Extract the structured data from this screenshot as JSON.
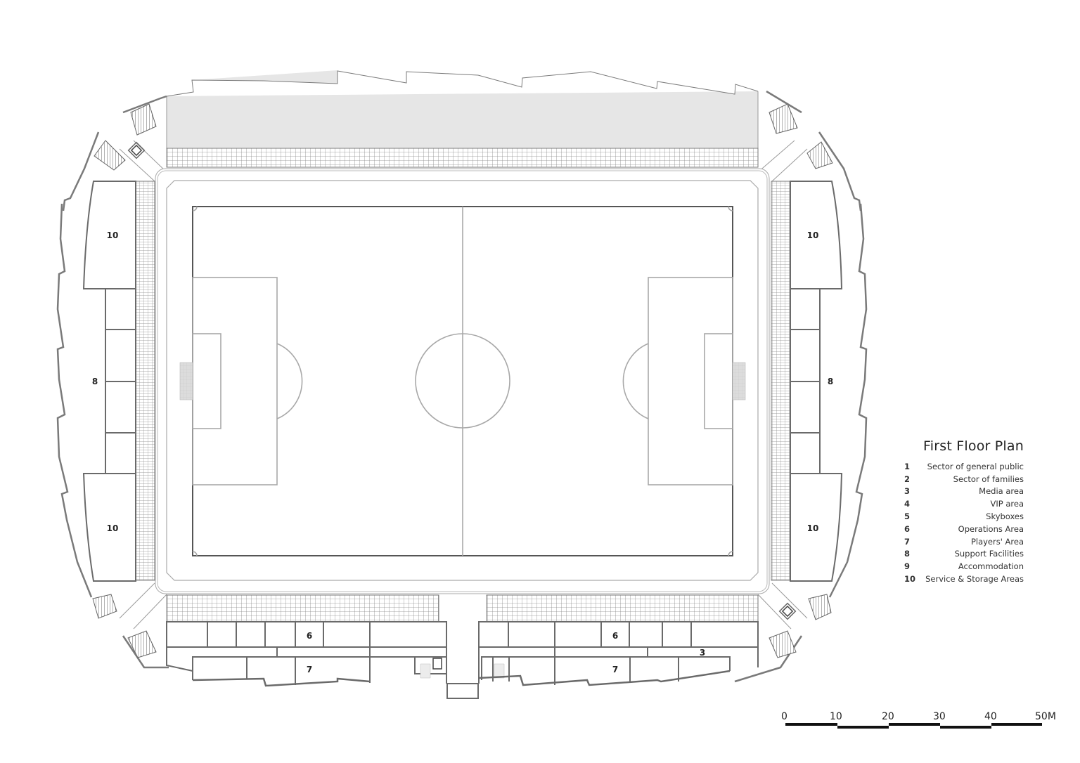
{
  "title": "First Floor Plan",
  "legend": [
    {
      "num": "1",
      "label": "Sector of general public"
    },
    {
      "num": "2",
      "label": "Sector of families"
    },
    {
      "num": "3",
      "label": "Media area"
    },
    {
      "num": "4",
      "label": "VIP area"
    },
    {
      "num": "5",
      "label": "Skyboxes"
    },
    {
      "num": "6",
      "label": "Operations Area"
    },
    {
      "num": "7",
      "label": "Players' Area"
    },
    {
      "num": "8",
      "label": "Support Facilities"
    },
    {
      "num": "9",
      "label": "Accommodation"
    },
    {
      "num": "10",
      "label": "Service & Storage Areas"
    }
  ],
  "room_labels": {
    "west_top": "10",
    "west_mid": "8",
    "west_bottom": "10",
    "east_top": "10",
    "east_mid": "8",
    "east_bottom": "10",
    "south_ops_left": "6",
    "south_ops_right": "6",
    "south_players_left": "7",
    "south_players_right": "7",
    "south_media": "3"
  },
  "scale_bar": {
    "ticks": [
      "0",
      "10",
      "20",
      "30",
      "40",
      "50M"
    ],
    "unit": "M"
  },
  "colors": {
    "stand_fill": "#e6e6e6",
    "wall": "#6a6a6a",
    "pitch_line": "#a8a8a8",
    "goal_fill": "#d8d8d8"
  }
}
